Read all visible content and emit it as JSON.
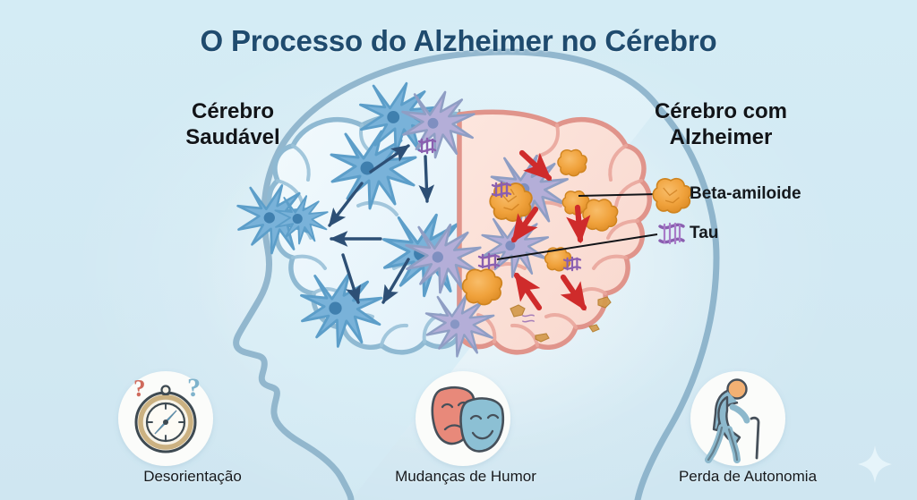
{
  "title": "O Processo do Alzheimer no Cérebro",
  "background_color": "#d2eaf4",
  "title_color": "#1f4b6e",
  "hemispheres": {
    "healthy": {
      "label_line1": "Cérebro",
      "label_line2": "Saudável",
      "fill_color": "#eaf6fc",
      "outline_color": "#8fb9d2",
      "neuron_color": "#6ba8d4",
      "arrow_color": "#2d4f75",
      "neuron_count": 6,
      "arrow_count": 6
    },
    "alzheimer": {
      "label_line1": "Cérebro com",
      "label_line2": "Alzheimer",
      "fill_color": "#fbe0d8",
      "outline_color": "#e0948b",
      "neuron_color": "#a9a3d4",
      "arrow_color": "#cf2b2b",
      "neuron_count": 6,
      "arrow_count": 6,
      "plaque_count": 8,
      "tangle_count": 5
    }
  },
  "head": {
    "outline_color": "#8fb5cc",
    "fill_color": "#d9eef7",
    "divider_color": "#7a8c99"
  },
  "legend": [
    {
      "icon": "amyloid-plaque-icon",
      "label": "Beta-amiloide",
      "color": "#f0a23c"
    },
    {
      "icon": "tau-tangle-icon",
      "label": "Tau",
      "color": "#8a5fb0"
    }
  ],
  "symptoms": [
    {
      "icon": "compass-icon",
      "label": "Desorientação",
      "circle_color": "#fbfcfa",
      "accent_colors": [
        "#c9ab74",
        "#d9655b",
        "#7fb3cc"
      ]
    },
    {
      "icon": "theater-masks-icon",
      "label": "Mudanças de Humor",
      "circle_color": "#fbfcfa",
      "accent_colors": [
        "#e8897a",
        "#8cc0d4"
      ]
    },
    {
      "icon": "elderly-with-cane-icon",
      "label": "Perda de Autonomia",
      "circle_color": "#fbfcfa",
      "accent_colors": [
        "#8cb8cc",
        "#f2b073"
      ]
    }
  ],
  "decorations": [
    {
      "icon": "sparkle-icon",
      "color": "#eaf6fb"
    }
  ]
}
